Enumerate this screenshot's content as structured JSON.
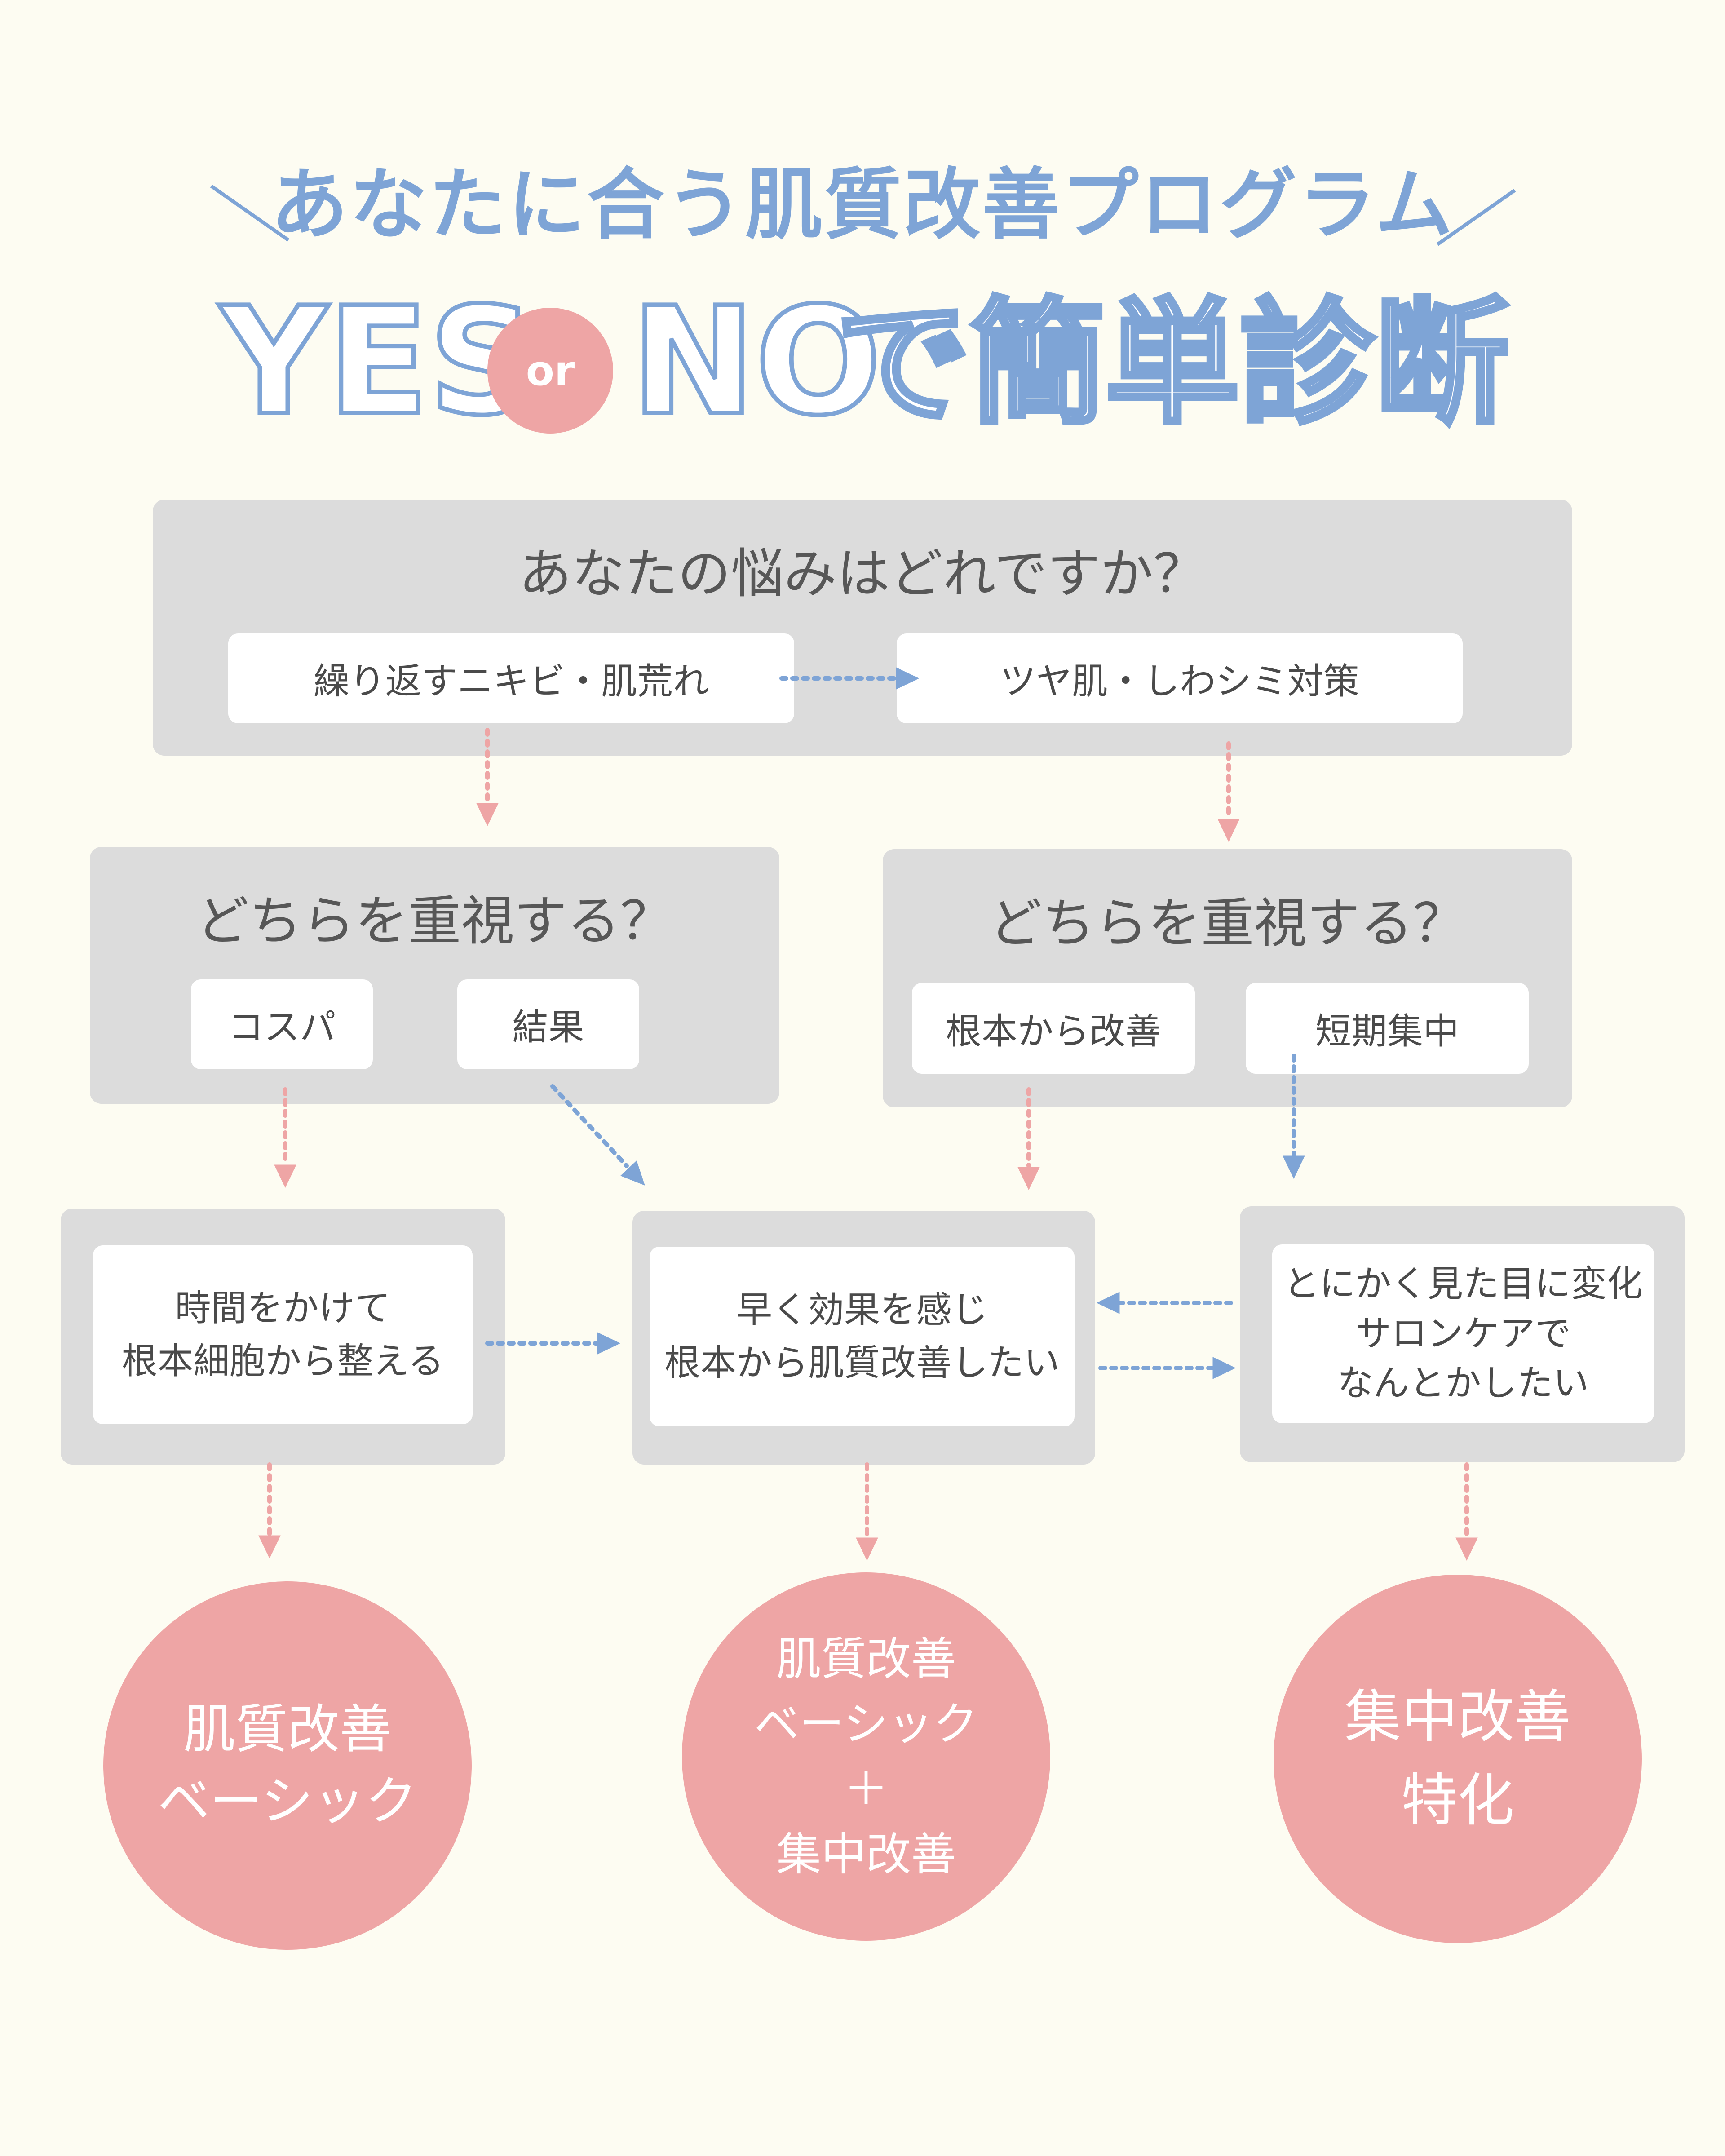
{
  "colors": {
    "background": "#fdfcf2",
    "accent_blue": "#7ea4d6",
    "accent_pink": "#eea5a5",
    "panel_gray": "#dcdcdc",
    "text_gray": "#4a4a4a"
  },
  "header": {
    "subtitle": "あなたに合う肌質改善プログラム",
    "title_yes": "YES",
    "title_or": "or",
    "title_no": "NO",
    "title_rest": "で簡単診断"
  },
  "q1": {
    "question": "あなたの悩みはどれですか？",
    "options": [
      "繰り返すニキビ・肌荒れ",
      "ツヤ肌・しわシミ対策"
    ]
  },
  "q2_left": {
    "question": "どちらを重視する？",
    "options": [
      "コスパ",
      "結果"
    ]
  },
  "q2_right": {
    "question": "どちらを重視する？",
    "options": [
      "根本から改善",
      "短期集中"
    ]
  },
  "descriptions": {
    "left": [
      "時間をかけて",
      "根本細胞から整える"
    ],
    "center": [
      "早く効果を感じ",
      "根本から肌質改善したい"
    ],
    "right": [
      "とにかく見た目に変化",
      "サロンケアで",
      "なんとかしたい"
    ]
  },
  "results": {
    "left": [
      "肌質改善",
      "ベーシック"
    ],
    "center": [
      "肌質改善",
      "ベーシック",
      "＋",
      "集中改善"
    ],
    "right": [
      "集中改善",
      "特化"
    ]
  },
  "arrows": [
    {
      "from": "q1-option-acne",
      "to": "q1-option-gloss",
      "color": "accent_blue"
    },
    {
      "from": "q1-option-acne",
      "to": "q2-left-panel",
      "color": "accent_pink"
    },
    {
      "from": "q1-option-gloss",
      "to": "q2-right-panel",
      "color": "accent_pink"
    },
    {
      "from": "option-cost",
      "to": "desc-left",
      "color": "accent_pink"
    },
    {
      "from": "option-result",
      "to": "desc-center",
      "color": "accent_blue"
    },
    {
      "from": "option-root",
      "to": "desc-center",
      "color": "accent_pink"
    },
    {
      "from": "option-short",
      "to": "desc-right",
      "color": "accent_blue"
    },
    {
      "from": "desc-left",
      "to": "desc-center",
      "color": "accent_blue"
    },
    {
      "from": "desc-right",
      "to": "desc-center",
      "color": "accent_blue"
    },
    {
      "from": "desc-center",
      "to": "desc-right",
      "color": "accent_blue"
    },
    {
      "from": "desc-left",
      "to": "result-left",
      "color": "accent_pink"
    },
    {
      "from": "desc-center",
      "to": "result-center",
      "color": "accent_pink"
    },
    {
      "from": "desc-right",
      "to": "result-right",
      "color": "accent_pink"
    }
  ]
}
